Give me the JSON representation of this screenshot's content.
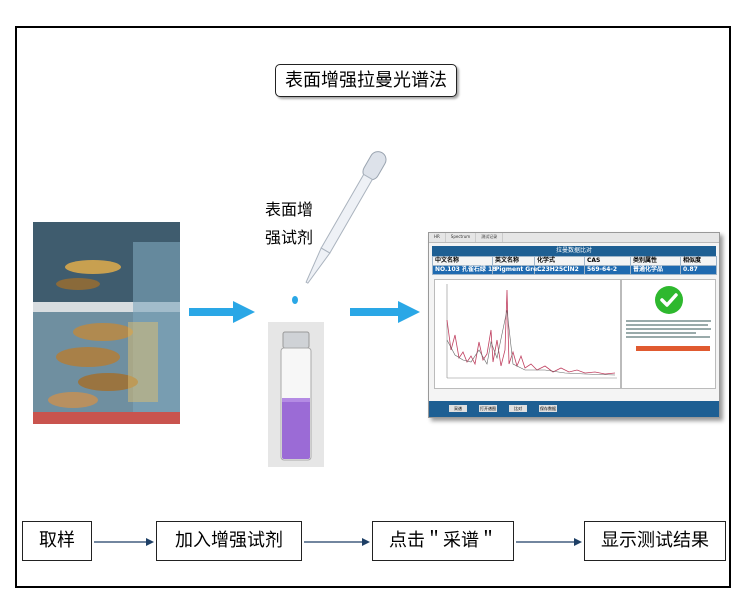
{
  "title": "表面增强拉曼光谱法",
  "reagent_label_line1": "表面增",
  "reagent_label_line2": "强试剂",
  "software": {
    "tabs": [
      "HR",
      "Spectrum",
      "测试记录"
    ],
    "header": "拉曼数据比对",
    "columns": [
      "中文名称",
      "英文名称",
      "化学式",
      "CAS",
      "类别属性",
      "相似度"
    ],
    "row": [
      "NO.103 孔雀石绿 18",
      "Pigment Gre...",
      "C23H25ClN2",
      "569-64-2",
      "普通化学品",
      "0.87"
    ],
    "buttons": [
      "采谱",
      "打开谱图",
      "比对",
      "保存数据"
    ]
  },
  "steps": [
    "取样",
    "加入增强试剂",
    "点击＂采谱＂",
    "显示测试结果"
  ],
  "colors": {
    "arrow_blue": "#2aa7e6",
    "vial_purple": "#9b6bd6",
    "software_blue": "#1e5f93",
    "check_green": "#2eb82e"
  }
}
